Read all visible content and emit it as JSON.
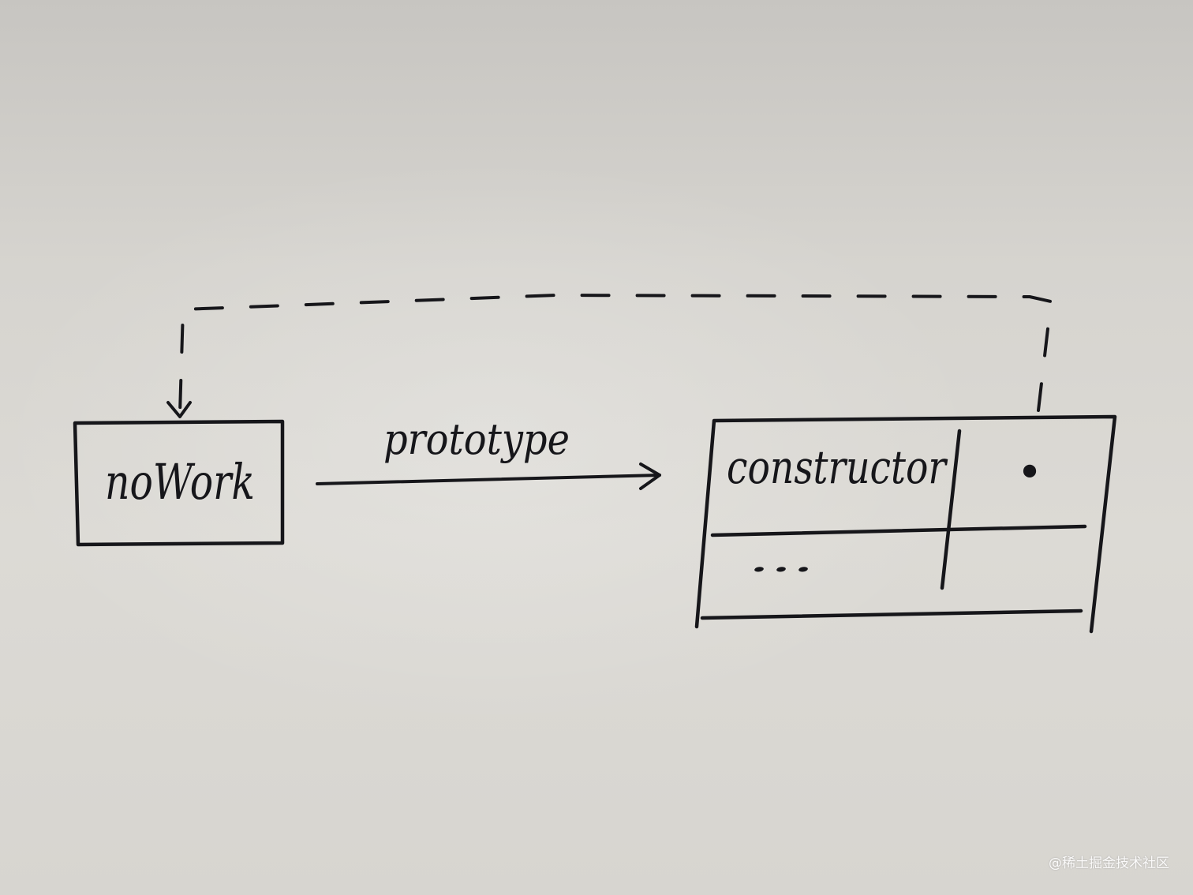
{
  "nodes": {
    "left": {
      "label": "noWork"
    },
    "right": {
      "cells": [
        {
          "key": "constructor",
          "value": "•"
        },
        {
          "key": "...",
          "value": ""
        }
      ]
    }
  },
  "edges": {
    "solid": {
      "label": "prototype"
    }
  },
  "watermark": "@稀土掘金技术社区",
  "colors": {
    "ink": "#16161a",
    "paper": "#d4d2cd"
  }
}
